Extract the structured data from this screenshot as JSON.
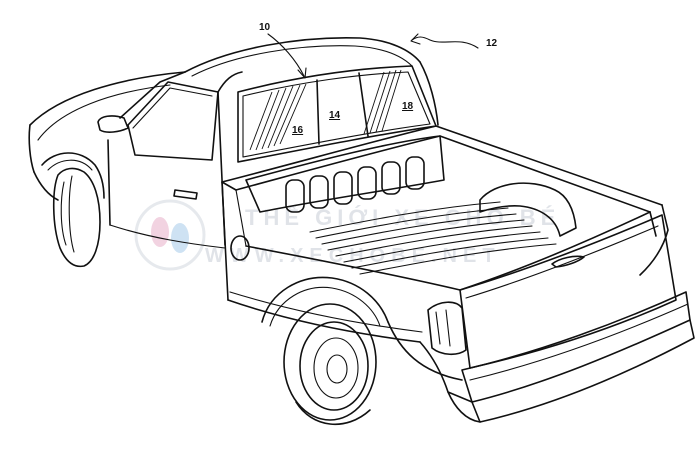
{
  "references": {
    "vehicle": "10",
    "arrow": "12",
    "center_pane": "14",
    "left_pane": "16",
    "right_pane": "18"
  },
  "watermark": {
    "line1": "THẾ GIỚI XE CHO BÉ",
    "line2": "WWW.XECHOBE.NET",
    "color": "#c8cdd6"
  }
}
